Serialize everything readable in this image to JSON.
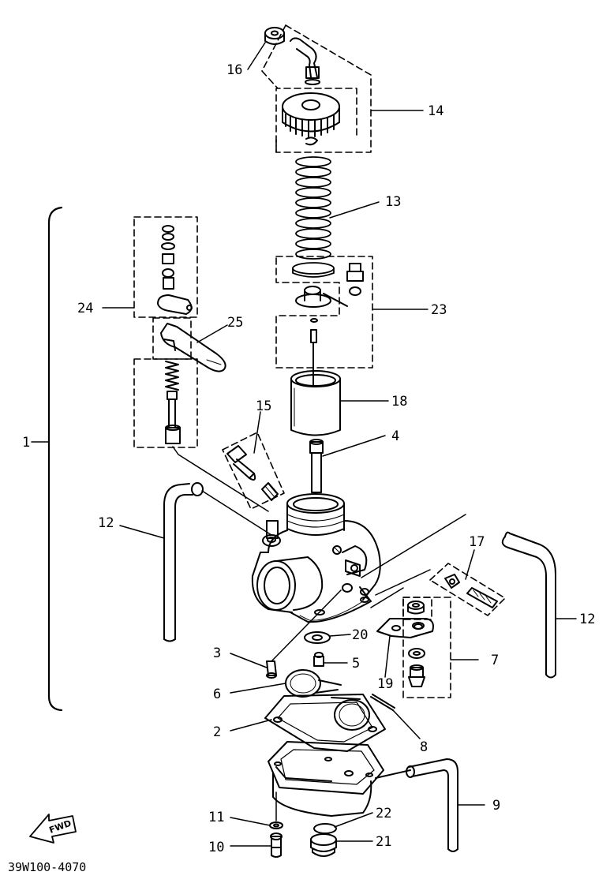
{
  "labels": {
    "l1": "1",
    "l2": "2",
    "l3": "3",
    "l4": "4",
    "l5": "5",
    "l6": "6",
    "l7": "7",
    "l8": "8",
    "l9": "9",
    "l10": "10",
    "l11": "11",
    "l12a": "12",
    "l12b": "12",
    "l13": "13",
    "l14": "14",
    "l15": "15",
    "l16": "16",
    "l17": "17",
    "l18": "18",
    "l19": "19",
    "l20": "20",
    "l21": "21",
    "l22": "22",
    "l23": "23",
    "l24": "24",
    "l25": "25"
  },
  "fwd_label": "FWD",
  "diagram_code": "39W100-4070"
}
